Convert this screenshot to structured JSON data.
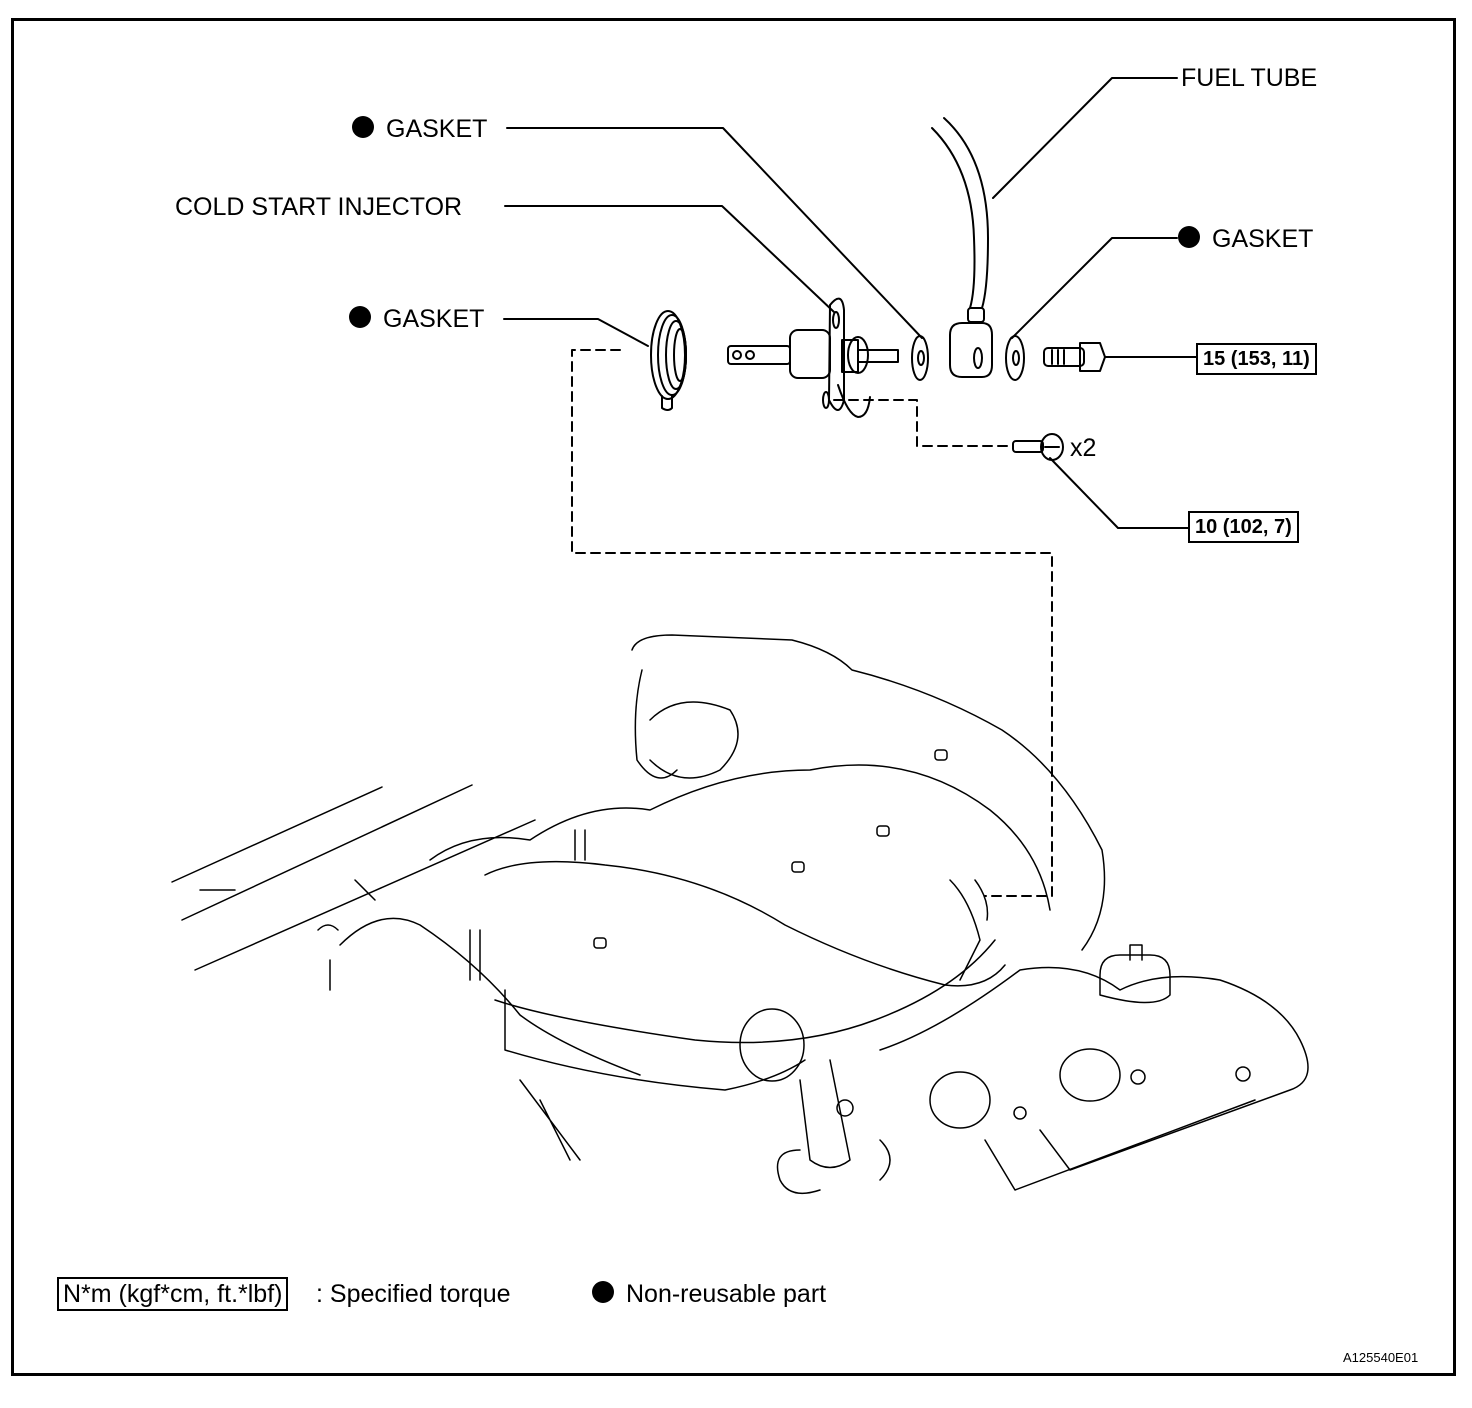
{
  "diagram": {
    "title": "Cold start injector installation",
    "labels": {
      "gasket_top": "GASKET",
      "cold_start_injector": "COLD START INJECTOR",
      "gasket_left": "GASKET",
      "fuel_tube": "FUEL TUBE",
      "gasket_right": "GASKET",
      "bolt_qty": "x2"
    },
    "torque_specs": {
      "union_bolt": "15 (153, 11)",
      "injector_bolts": "10 (102, 7)"
    },
    "non_reusable_marker": "filled-circle",
    "legend": {
      "torque_unit": "N*m (kgf*cm, ft.*lbf)",
      "torque_desc": ": Specified torque",
      "non_reusable_desc": "Non-reusable part"
    },
    "illustration_code": "A125540E01"
  }
}
